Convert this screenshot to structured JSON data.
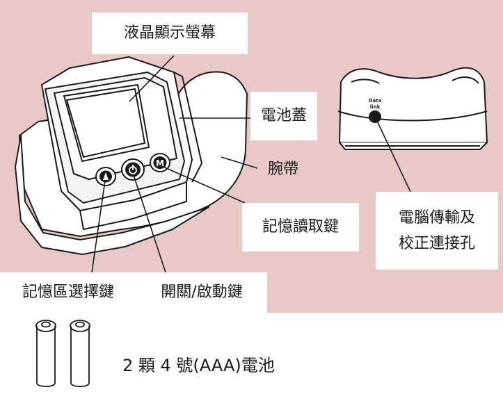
{
  "colors": {
    "panel_background": "#e8c9c8",
    "line": "#1a1a1a",
    "label_background": "#ffffff"
  },
  "labels": {
    "lcd_screen": "液晶顯示螢幕",
    "battery_cover": "電池蓋",
    "wrist_strap": "腕帶",
    "memory_read_key": "記憶讀取鍵",
    "pc_port_line1": "電腦傳輸及",
    "pc_port_line2": "校正連接孔",
    "memory_zone_key": "記憶區選擇鍵",
    "power_start_key": "開關/啟動鍵"
  },
  "device": {
    "port_text_line1": "Data",
    "port_text_line2": "link",
    "memory_button_letter": "M"
  },
  "battery": {
    "caption": "2 顆 4 號(AAA)電池"
  },
  "icons": [
    "wrist-blood-pressure-monitor-icon",
    "memory-zone-button-icon",
    "power-button-icon",
    "memory-button-icon",
    "data-link-port-icon",
    "aaa-battery-icon"
  ]
}
